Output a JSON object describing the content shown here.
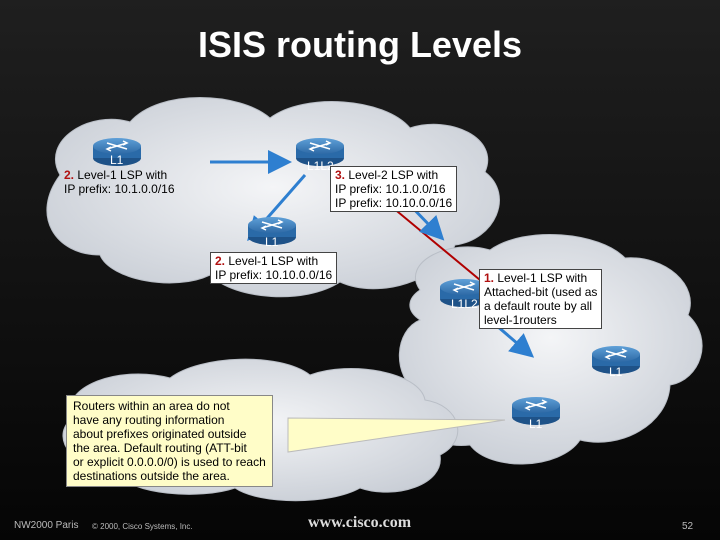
{
  "slide": {
    "title": "ISIS routing Levels",
    "footer_left": "NW2000 Paris",
    "footer_copyright": "© 2000, Cisco Systems, Inc.",
    "footer_url": "www.cisco.com",
    "page_number": "52"
  },
  "routers": [
    {
      "id": "r1",
      "level": "L1"
    },
    {
      "id": "r2",
      "level": "L1L2"
    },
    {
      "id": "r3",
      "level": "L1"
    },
    {
      "id": "r4",
      "level": "L1L2"
    },
    {
      "id": "r5",
      "level": "L1"
    },
    {
      "id": "r6",
      "level": "L1"
    }
  ],
  "annotations": {
    "a1": {
      "num": "2.",
      "line1": " Level-1 LSP with",
      "line2": "IP prefix: 10.1.0.0/16"
    },
    "a2": {
      "num": "3.",
      "line1": " Level-2 LSP with",
      "line2": "IP prefix: 10.1.0.0/16",
      "line3": "IP prefix: 10.10.0.0/16"
    },
    "a3": {
      "num": "2.",
      "line1": " Level-1 LSP with",
      "line2": "IP prefix: 10.10.0.0/16"
    },
    "a4": {
      "num": "1.",
      "line1": " Level-1 LSP with",
      "line2": "Attached-bit (used as",
      "line3": "a default route by all",
      "line4": "level-1routers"
    }
  },
  "note": "Routers within an area do not\nhave any routing information\nabout prefixes originated outside\nthe area. Default routing (ATT-bit\nor explicit 0.0.0.0/0) is used to reach\ndestinations outside the area.",
  "colors": {
    "cloud": "#d8dce2",
    "router": "#2a6aa8",
    "arrow": "#2e7fd0",
    "level2_link": "#b00000",
    "note_bg": "#fffdc8"
  }
}
